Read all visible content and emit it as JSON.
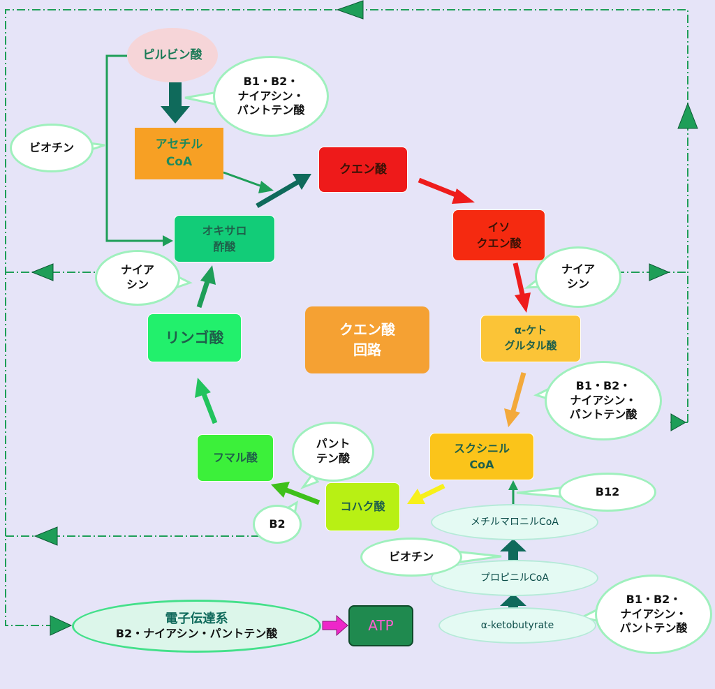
{
  "colors": {
    "background": "#e6e4f8",
    "flow_arrow_green": "#1e9e58",
    "dark_arrow": "#0f6a5b",
    "red": "#ee1c1c",
    "orange": "#f3a93b",
    "yellow": "#f7f01a",
    "magenta": "#ee26c9",
    "bubble_border": "#9ff0bd"
  },
  "nodes": {
    "pyruvic_acid": "ピルビン酸",
    "acetyl_coa": "アセチル\nCoA",
    "citric_acid": "クエン酸",
    "isocitric_acid": "イソ\nクエン酸",
    "alpha_ketoglutaric": "α-ケト\nグルタル酸",
    "succinyl_coa": "スクシニル\nCoA",
    "succinic_acid": "コハク酸",
    "fumaric_acid": "フマル酸",
    "malic_acid": "リンゴ酸",
    "oxaloacetic_acid": "オキサロ\n酢酸",
    "center": "クエン酸\n回路",
    "methylmalonyl_coa": "メチルマロニルCoA",
    "propionyl_coa": "プロピニルCoA",
    "alpha_ketobutyrate": "α-ketobutyrate",
    "etc_title": "電子伝達系",
    "etc_vitamins": "B2・ナイアシン・パントテン酸",
    "atp": "ATP"
  },
  "vitamins": {
    "pyruvate_dehydrogenase": "B1・B2・\nナイアシン・\nパントテン酸",
    "biotin_left": "ビオチン",
    "niacin_left": "ナイア\nシン",
    "niacin_right": "ナイア\nシン",
    "ketoglutarate_dehydrogenase": "B1・B2・\nナイアシン・\nパントテン酸",
    "pantothenic": "パント\nテン酸",
    "b2": "B2",
    "b12": "B12",
    "biotin_bottom": "ビオチン",
    "ketobutyrate_dehydrogenase": "B1・B2・\nナイアシン・\nパントテン酸"
  }
}
